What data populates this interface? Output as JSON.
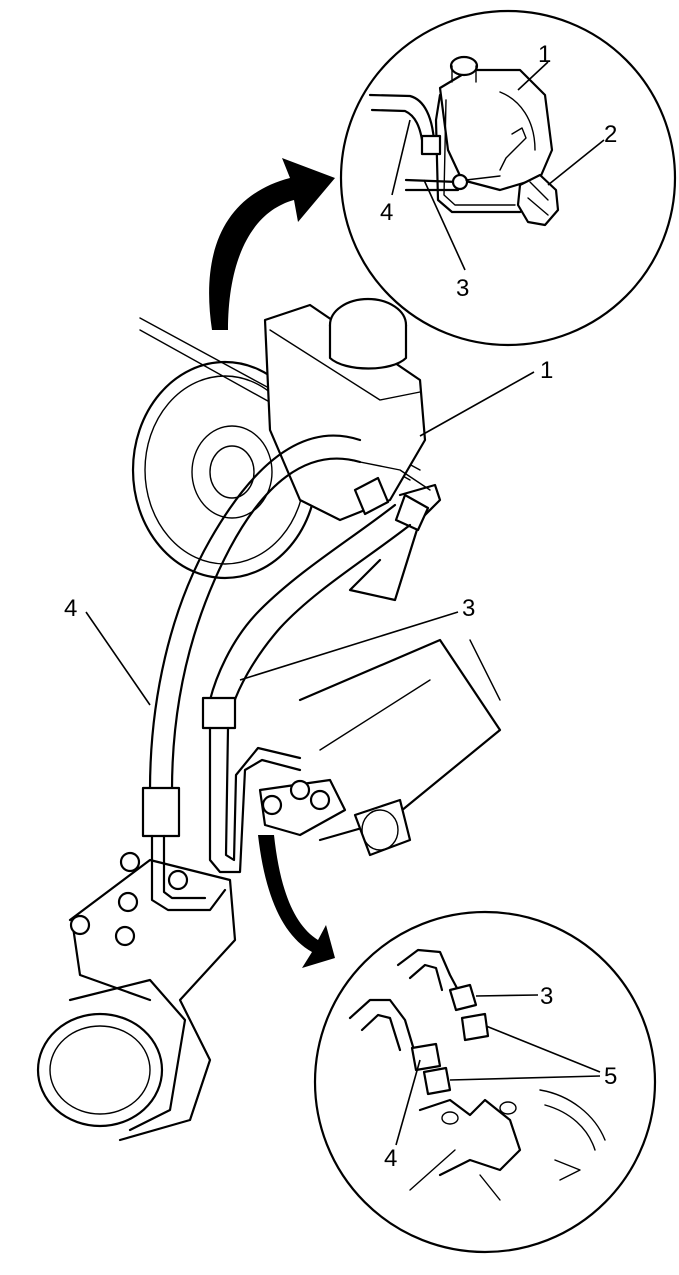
{
  "callouts": {
    "inset_top": {
      "pump": "1",
      "fitting": "2",
      "return_hose": "3",
      "pressure_hose": "4"
    },
    "main": {
      "pump": "1",
      "return_hose": "3",
      "pressure_hose": "4"
    },
    "inset_bottom": {
      "return_hose": "3",
      "pressure_hose": "4",
      "seals": "5"
    }
  },
  "colors": {
    "line": "#000000",
    "background": "#ffffff"
  }
}
